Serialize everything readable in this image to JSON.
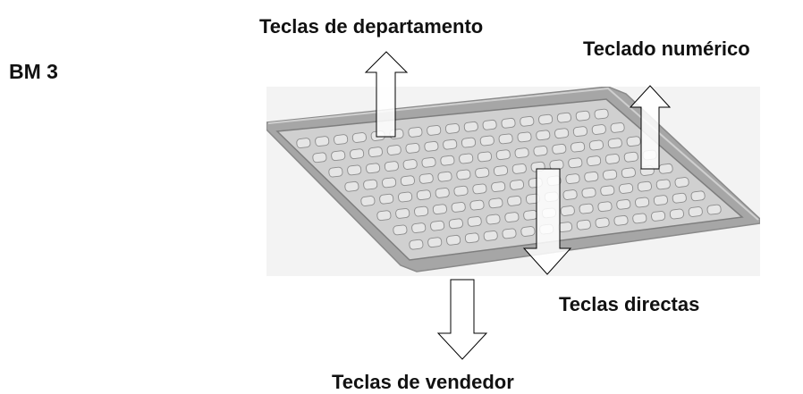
{
  "model": "BM 3",
  "labels": {
    "department_keys": "Teclas de departamento",
    "numeric_keypad": "Teclado numérico",
    "direct_keys": "Teclas directas",
    "vendor_keys": "Teclas de vendedor"
  },
  "colors": {
    "photo_bg": "#f2f2f2",
    "tray_frame": "#9a9a9a",
    "key": "#e4e4e4",
    "arrow_stroke": "#000000"
  }
}
